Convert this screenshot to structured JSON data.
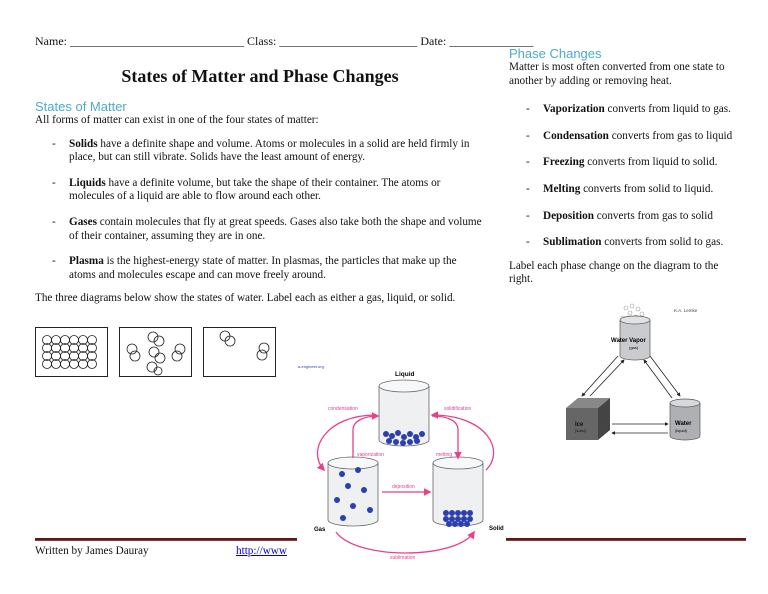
{
  "header": {
    "name_label": "Name:",
    "class_label": "Class:",
    "date_label": "Date:"
  },
  "title": "States of Matter and Phase Changes",
  "states": {
    "heading": "States of Matter",
    "intro": "All forms of matter can exist in one of the four states of matter:",
    "items": [
      {
        "term": "Solids",
        "text": " have a definite shape and volume.  Atoms or molecules in a solid are held firmly in place, but can still vibrate.  Solids have the least amount of energy."
      },
      {
        "term": "Liquids",
        "text": " have a definite volume, but take the shape of their container.  The atoms or molecules of a liquid are able to flow around each other."
      },
      {
        "term": "Gases",
        "text": " contain molecules that fly at great speeds.  Gases also take both the shape and volume of their container, assuming they are in one."
      },
      {
        "term": "Plasma",
        "text": " is the highest-energy state of matter.  In plasmas, the particles that make up the atoms and molecules escape and can move freely around."
      }
    ],
    "diagram_instruction": "The three diagrams below show the states of water.  Label each as either a gas, liquid, or solid."
  },
  "phase": {
    "heading": "Phase Changes",
    "intro": "Matter is most often converted from one state to another by adding or removing heat.",
    "items": [
      {
        "term": "Vaporization",
        "text": " converts from liquid to gas."
      },
      {
        "term": "Condensation",
        "text": " converts from gas to liquid"
      },
      {
        "term": "Freezing",
        "text": " converts from liquid to solid."
      },
      {
        "term": "Melting",
        "text": " converts from solid to liquid."
      },
      {
        "term": "Deposition",
        "text": " converts from gas to solid"
      },
      {
        "term": "Sublimation",
        "text": " converts from solid to gas."
      }
    ],
    "label_instruction": "Label each phase change on the diagram to the right."
  },
  "diagram1": {
    "source": "a-engineer.org",
    "liquid": "Liquid",
    "gas": "Gas",
    "solid": "Solid",
    "condensation": "condensation",
    "solidification": "solidification",
    "vaporization": "vaporization",
    "melting": "melting",
    "deposition": "deposition",
    "sublimation": "sublimation"
  },
  "diagram2": {
    "credit": "K.A. Lemke",
    "vapor": "Water Vapor",
    "vapor_sub": "(gas)",
    "ice": "Ice",
    "ice_sub": "(solid)",
    "water": "Water",
    "water_sub": "(liquid)"
  },
  "footer": {
    "author": "Written by James Dauray",
    "link": "http://www"
  },
  "colors": {
    "heading": "#4bacc6",
    "arrow": "#e8408a",
    "rule": "#5a1a1a",
    "molecule": "#2b3fb0"
  }
}
